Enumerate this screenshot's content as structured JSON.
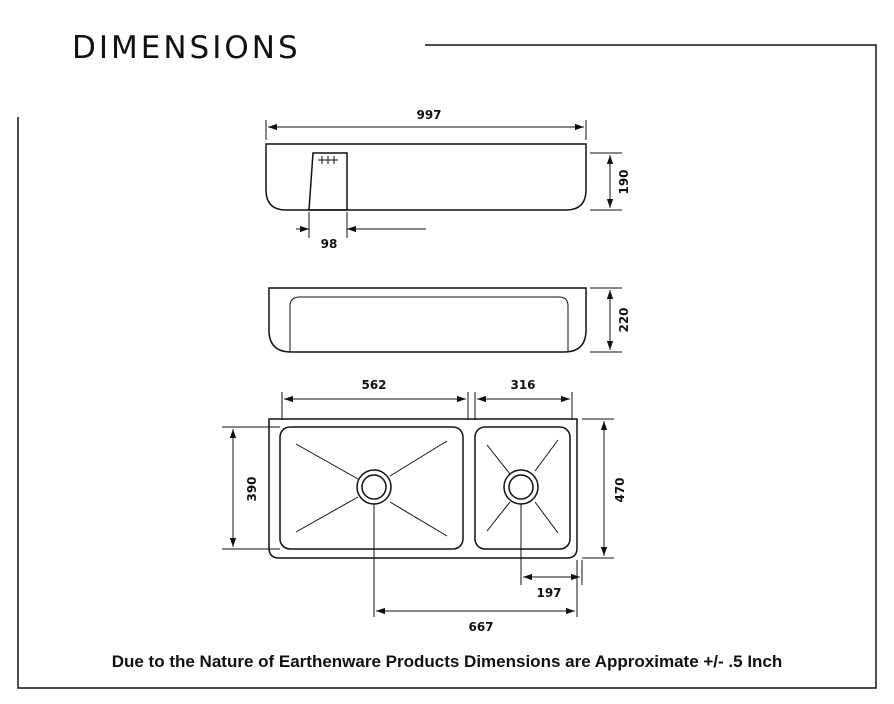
{
  "heading": "DIMENSIONS",
  "dimensions": {
    "overall_length": "997",
    "front_height": "190",
    "tap_ledge": "98",
    "end_height": "220",
    "large_bowl_length": "562",
    "small_bowl_length": "316",
    "bowl_width": "390",
    "overall_width": "470",
    "waste_offset_small": "197",
    "waste_to_waste": "667"
  },
  "note": "Due to the Nature of Earthenware Products Dimensions are Approximate +/- .5 Inch"
}
